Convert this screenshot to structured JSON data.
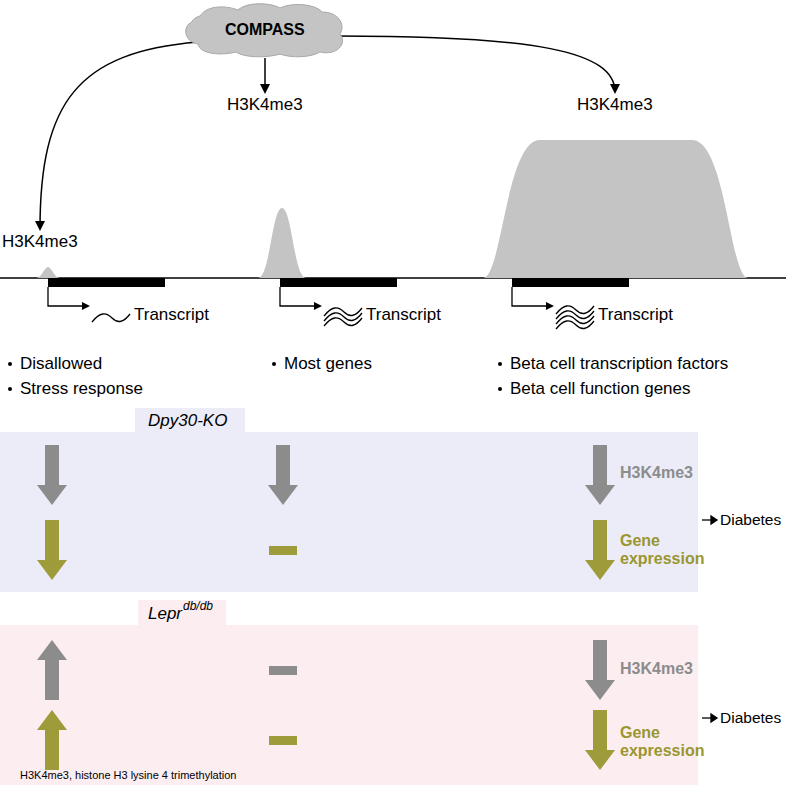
{
  "diagram": {
    "nodes": [
      {
        "text": [
          "COMPASS"
        ]
      },
      {
        "text": [
          "H3K4me3"
        ]
      },
      {
        "text": [
          "H3K4me3"
        ]
      },
      {
        "text": [
          "H3K4me3"
        ]
      },
      {
        "text": [
          "Dpy30-KO",
          "H3K4me3",
          "Gene expression"
        ]
      },
      {
        "text": [
          "Lepr",
          "db/db",
          "H3K4me3",
          "Gene expression"
        ]
      }
    ],
    "edges": [
      {
        "from": 0,
        "to": 1,
        "arrow": "to"
      },
      {
        "from": 0,
        "to": 2,
        "arrow": "to"
      },
      {
        "from": 0,
        "to": 3,
        "arrow": "to"
      }
    ],
    "labels": [
      "Transcript",
      "Transcript",
      "Transcript",
      "Disallowed",
      "Stress response",
      "Most genes",
      "Beta cell transcription factors",
      "Beta cell function genes",
      "Diabetes",
      "Diabetes",
      "H3K4me3, histone H3 lysine 4 trimethylation"
    ]
  }
}
